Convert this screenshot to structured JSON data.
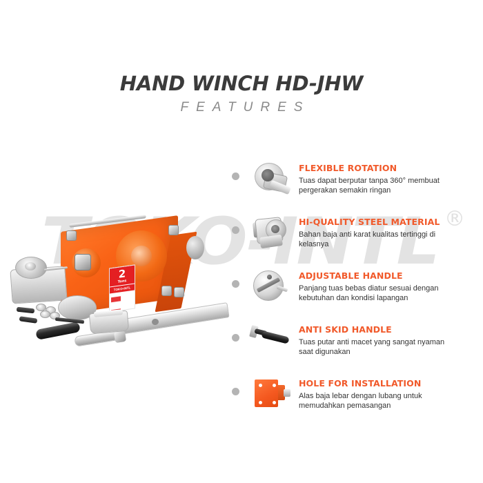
{
  "page": {
    "background_color": "#ffffff",
    "accent_color": "#f1592a",
    "title_color": "#3b3b3b",
    "subtitle_color": "#8a8a8a",
    "bullet_color": "#b4b4b4"
  },
  "header": {
    "title": "HAND WINCH HD-JHW",
    "subtitle": "FEATURES"
  },
  "watermark": {
    "text": "TOKO-INTL",
    "registered_mark": "®",
    "color": "#e3e3e3"
  },
  "product_image": {
    "name": "hand-winch-product-photo",
    "capacity_label": {
      "value": "2",
      "unit": "Tons"
    },
    "body_color": "#f96316",
    "label_color": "#e41f22"
  },
  "features": [
    {
      "icon": "rotating-flange-icon",
      "title": "FLEXIBLE ROTATION",
      "description": "Tuas dapat berputar tanpa 360° membuat pergerakan semakin ringan"
    },
    {
      "icon": "steel-winch-body-icon",
      "title": "HI-QUALITY STEEL MATERIAL",
      "description": "Bahan baja anti karat kualitas tertinggi di kelasnya"
    },
    {
      "icon": "chrome-disc-handle-icon",
      "title": "ADJUSTABLE HANDLE",
      "description": "Panjang tuas bebas diatur sesuai dengan kebutuhan dan kondisi lapangan"
    },
    {
      "icon": "rubber-grip-handle-icon",
      "title": "ANTI SKID HANDLE",
      "description": "Tuas putar anti macet yang sangat nyaman saat digunakan"
    },
    {
      "icon": "mounting-plate-holes-icon",
      "title": "HOLE FOR INSTALLATION",
      "description": "Alas baja lebar dengan lubang untuk memudahkan pemasangan"
    }
  ]
}
